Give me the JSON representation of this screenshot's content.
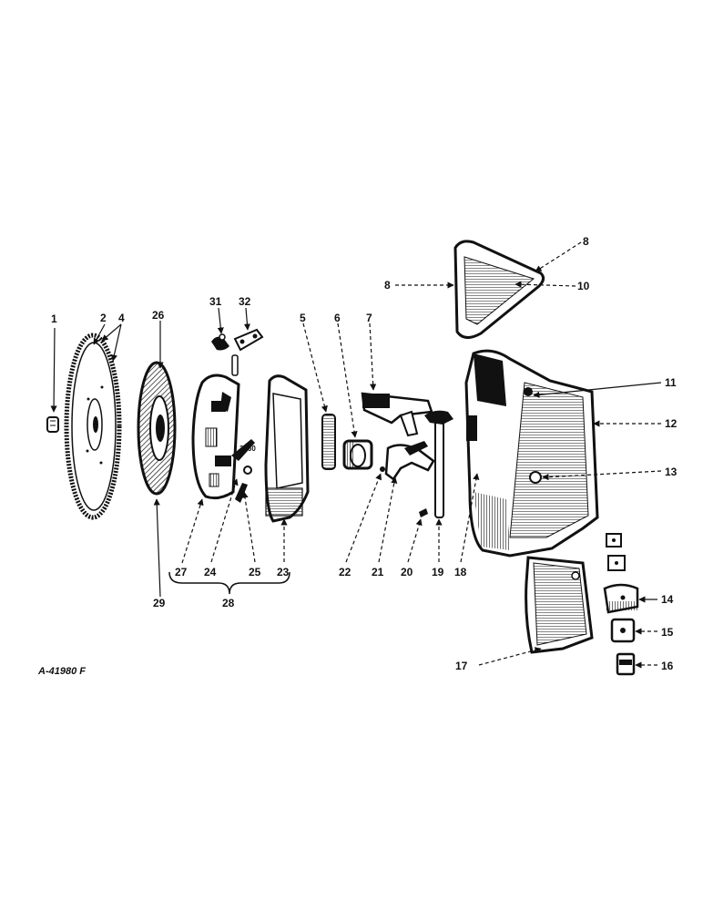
{
  "drawing_code": "A-41980 F",
  "subassembly_stamp": "3760",
  "callouts": {
    "c1": "1",
    "c2": "2",
    "c4": "4",
    "c5": "5",
    "c6": "6",
    "c7": "7",
    "c8a": "8",
    "c8b": "8",
    "c10": "10",
    "c11": "11",
    "c12": "12",
    "c13": "13",
    "c14": "14",
    "c15": "15",
    "c16": "16",
    "c17": "17",
    "c18": "18",
    "c19": "19",
    "c20": "20",
    "c21": "21",
    "c22": "22",
    "c23": "23",
    "c24": "24",
    "c25": "25",
    "c26": "26",
    "c27": "27",
    "c28": "28",
    "c29": "29",
    "c31": "31",
    "c32": "32"
  },
  "colors": {
    "ink": "#111111",
    "paper": "#ffffff"
  }
}
